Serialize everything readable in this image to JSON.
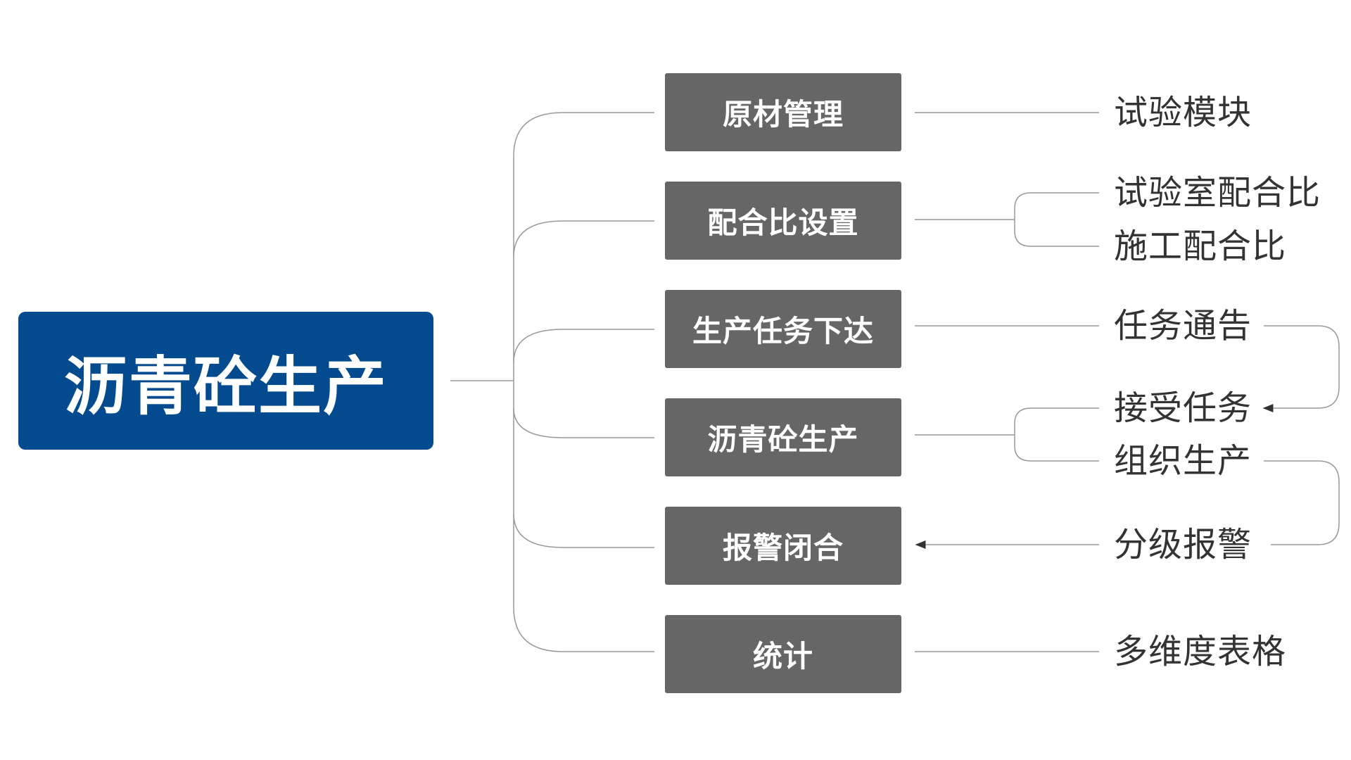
{
  "diagram": {
    "root": {
      "label": "沥青砼生产"
    },
    "branches": [
      {
        "label": "原材管理",
        "children": [
          "试验模块"
        ]
      },
      {
        "label": "配合比设置",
        "children": [
          "试验室配合比",
          "施工配合比"
        ]
      },
      {
        "label": "生产任务下达",
        "children": [
          "任务通告"
        ]
      },
      {
        "label": "沥青砼生产",
        "children": [
          "接受任务",
          "组织生产"
        ]
      },
      {
        "label": "报警闭合",
        "children": [
          "分级报警"
        ]
      },
      {
        "label": "统计",
        "children": [
          "多维度表格"
        ]
      }
    ]
  },
  "colors": {
    "root_fill": "#034a8e",
    "branch_fill": "#666666",
    "line": "#999999",
    "leaf_text": "#333333"
  }
}
